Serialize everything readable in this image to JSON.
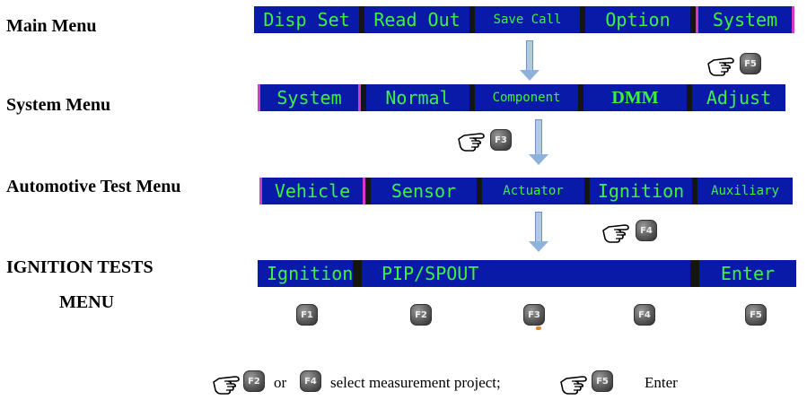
{
  "labels": {
    "main_menu": "Main Menu",
    "system_menu": "System Menu",
    "automotive_test_menu": "Automotive Test Menu",
    "ignition_tests_line1": "IGNITION TESTS",
    "ignition_tests_line2": "MENU"
  },
  "main_menu_keys": [
    "Disp Set",
    "Read Out",
    "Save Call",
    "Option",
    "System"
  ],
  "system_menu_keys": [
    "System",
    "Normal",
    "Component",
    "DMM",
    "Adjust"
  ],
  "automotive_menu_keys": [
    "Vehicle",
    "Sensor",
    "Actuator",
    "Ignition",
    "Auxiliary"
  ],
  "ignition_menu_keys": [
    "Ignition",
    "PIP/SPOUT",
    "Enter"
  ],
  "function_keys": [
    "F1",
    "F2",
    "F3",
    "F4",
    "F5"
  ],
  "hint_keys": {
    "main_to_system": "F5",
    "system_to_automotive": "F3",
    "automotive_to_ignition": "F4"
  },
  "footer": {
    "key_a": "F2",
    "or_text": "or",
    "key_b": "F4",
    "select_text": "select measurement project;",
    "key_c": "F5",
    "enter_text": "Enter"
  },
  "colors": {
    "softkey_bg": "#0a1aa8",
    "softkey_text": "#3df23d",
    "selected_border": "#d33cc8",
    "arrow": "#8fb2dc"
  },
  "icons": {
    "pointing_hand": "pointing-hand-icon",
    "arrow_down": "arrow-down-icon",
    "function_key": "function-key-icon"
  }
}
